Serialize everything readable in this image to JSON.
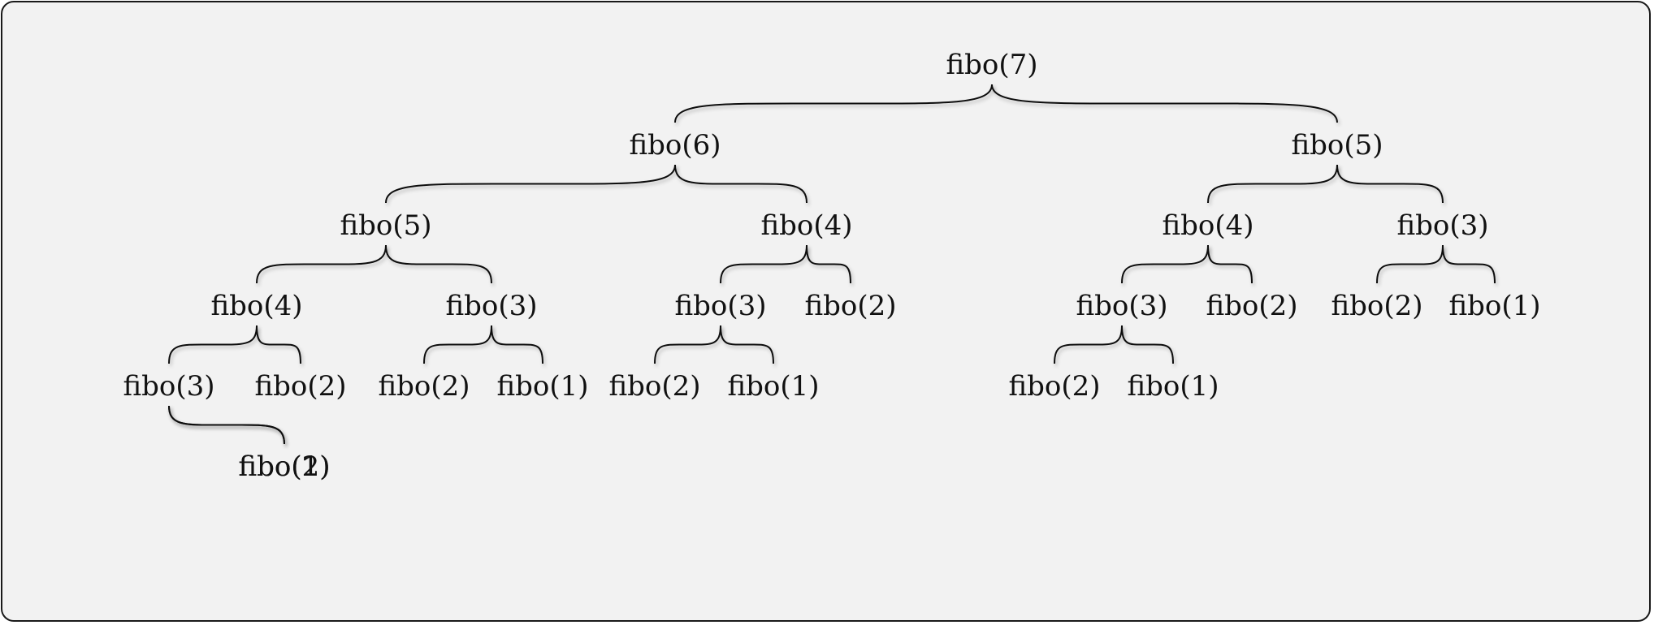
{
  "diagram": {
    "root": {
      "label": "fibo(7)",
      "children": [
        {
          "label": "fibo(6)",
          "children": [
            {
              "label": "fibo(5)",
              "children": [
                {
                  "label": "fibo(4)",
                  "children": [
                    {
                      "label": "fibo(3)",
                      "children": [
                        {
                          "label": "fibo(2)",
                          "children": []
                        },
                        {
                          "label": "fibo(1)",
                          "children": []
                        }
                      ]
                    },
                    {
                      "label": "fibo(2)",
                      "children": []
                    }
                  ]
                },
                {
                  "label": "fibo(3)",
                  "children": [
                    {
                      "label": "fibo(2)",
                      "children": []
                    },
                    {
                      "label": "fibo(1)",
                      "children": []
                    }
                  ]
                }
              ]
            },
            {
              "label": "fibo(4)",
              "children": [
                {
                  "label": "fibo(3)",
                  "children": [
                    {
                      "label": "fibo(2)",
                      "children": []
                    },
                    {
                      "label": "fibo(1)",
                      "children": []
                    }
                  ]
                },
                {
                  "label": "fibo(2)",
                  "children": []
                }
              ]
            }
          ]
        },
        {
          "label": "fibo(5)",
          "children": [
            {
              "label": "fibo(4)",
              "children": [
                {
                  "label": "fibo(3)",
                  "children": [
                    {
                      "label": "fibo(2)",
                      "children": []
                    },
                    {
                      "label": "fibo(1)",
                      "children": []
                    }
                  ]
                },
                {
                  "label": "fibo(2)",
                  "children": []
                }
              ]
            },
            {
              "label": "fibo(3)",
              "children": [
                {
                  "label": "fibo(2)",
                  "children": []
                },
                {
                  "label": "fibo(1)",
                  "children": []
                }
              ]
            }
          ]
        }
      ]
    }
  }
}
